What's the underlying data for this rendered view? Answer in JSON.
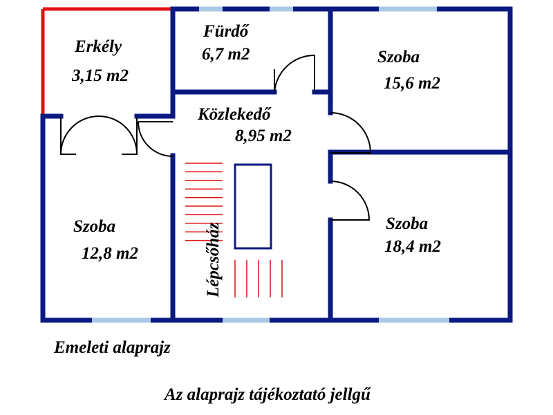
{
  "rooms": {
    "erkely": {
      "name": "Erkély",
      "area": "3,15 m2"
    },
    "furdo": {
      "name": "Fürdő",
      "area": "6,7 m2"
    },
    "szoba_ne": {
      "name": "Szoba",
      "area": "15,6 m2"
    },
    "kozlekedo": {
      "name": "Közlekedő",
      "area": "8,95 m2"
    },
    "szoba_w": {
      "name": "Szoba",
      "area": "12,8 m2"
    },
    "szoba_se": {
      "name": "Szoba",
      "area": "18,4 m2"
    },
    "lepcsohaz": {
      "name": "Lépcsőház"
    }
  },
  "captions": {
    "plan_title": "Emeleti alaprajz",
    "disclaimer": "Az alaprajz tájékoztató jellgű"
  },
  "colors": {
    "wall": "#0b1a80",
    "balcony_edge": "#e01010",
    "window": "#a9c8e6",
    "stairs": "#e01010"
  }
}
